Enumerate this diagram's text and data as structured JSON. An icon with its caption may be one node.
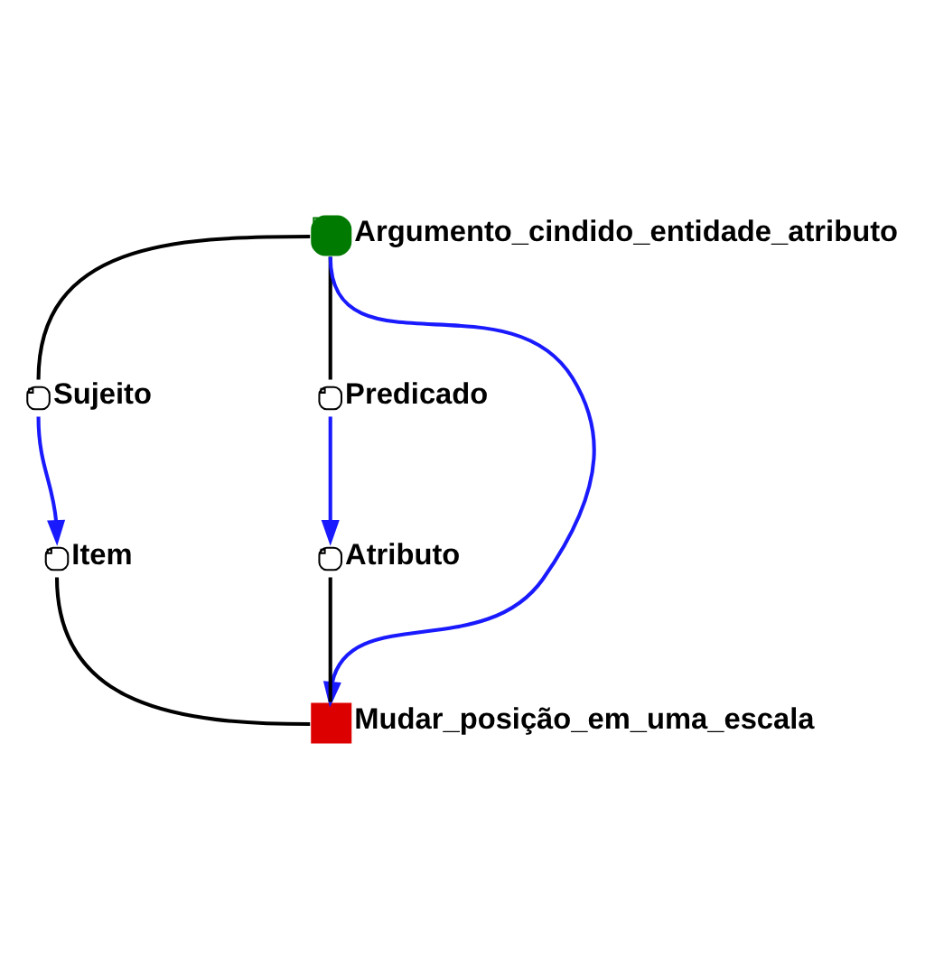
{
  "diagram": {
    "nodes": [
      {
        "text": [
          "Argumento_cindido_entidade_atributo"
        ]
      },
      {
        "text": [
          "Sujeito"
        ]
      },
      {
        "text": [
          "Predicado"
        ]
      },
      {
        "text": [
          "Item"
        ]
      },
      {
        "text": [
          "Atributo"
        ]
      },
      {
        "text": [
          "Mudar_posição_em_uma_escala"
        ]
      }
    ],
    "edges": [
      {
        "from": 0,
        "to": 1,
        "arrow": "none"
      },
      {
        "from": 0,
        "to": 2,
        "arrow": "none"
      },
      {
        "from": 0,
        "to": 5,
        "arrow": "to",
        "color": "#1a1aff"
      },
      {
        "from": 1,
        "to": 3,
        "arrow": "to",
        "color": "#1a1aff"
      },
      {
        "from": 2,
        "to": 4,
        "arrow": "to",
        "color": "#1a1aff"
      },
      {
        "from": 3,
        "to": 5,
        "arrow": "none"
      },
      {
        "from": 4,
        "to": 5,
        "arrow": "none"
      }
    ]
  }
}
